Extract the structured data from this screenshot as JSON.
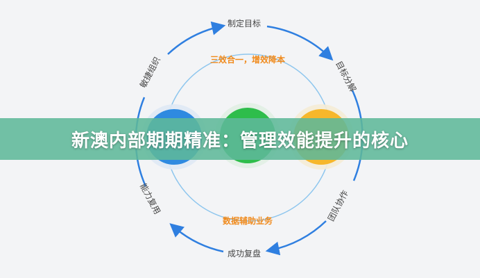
{
  "diagram": {
    "outer_cycle": [
      "制定目标",
      "目标分解",
      "团队协作",
      "成功复盘",
      "能力复用",
      "敏捷组织"
    ],
    "top_inner_label": "三效合一，增效降本",
    "bottom_inner_label": "数据辅助业务",
    "circles": [
      {
        "color": "#2f8ae0"
      },
      {
        "color": "#2ebd4b"
      },
      {
        "color": "#f6b72b"
      }
    ],
    "colors": {
      "outer_ring": "#2f7fe0",
      "inner_ring": "#8ec6ee",
      "accent_text": "#f08a1c"
    }
  },
  "banner": {
    "text": "新澳内部期期精准：管理效能提升的核心"
  }
}
